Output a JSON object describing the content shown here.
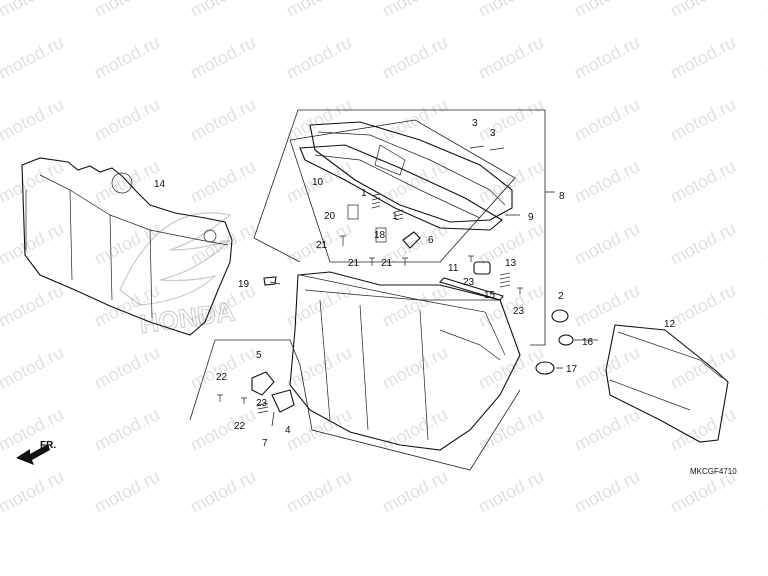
{
  "diagram": {
    "code": "MKCGF4710",
    "watermark_text": "motod.ru",
    "brand_watermark": "HONDA",
    "direction_label": "FR.",
    "part_numbers": [
      "1",
      "1",
      "2",
      "3",
      "3",
      "4",
      "5",
      "6",
      "7",
      "8",
      "9",
      "10",
      "11",
      "12",
      "13",
      "14",
      "15",
      "16",
      "17",
      "18",
      "19",
      "20",
      "21",
      "21",
      "21",
      "22",
      "22",
      "23",
      "23",
      "23"
    ]
  }
}
